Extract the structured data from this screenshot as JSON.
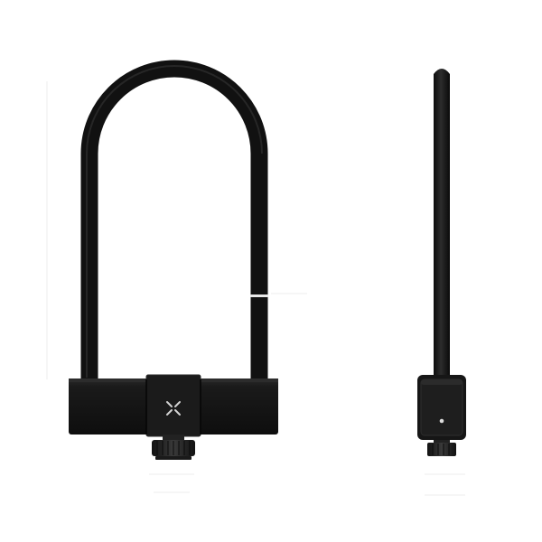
{
  "scene": {
    "subject": "u-lock",
    "views": [
      "front-view",
      "side-view"
    ],
    "logo_mark": "X"
  },
  "colors": {
    "background": "#ffffff",
    "lock_body": "#161616",
    "lock_body_highlight": "#2e2e2e",
    "shackle": "#111111",
    "shackle_highlight": "#3a3a3a",
    "logo": "#d8d8d8",
    "faint_dimension_lines": "#ececec"
  },
  "icons": {
    "logo": "x-logo-icon",
    "keyhole": "keyhole-icon",
    "knob": "knurled-knob-icon"
  }
}
